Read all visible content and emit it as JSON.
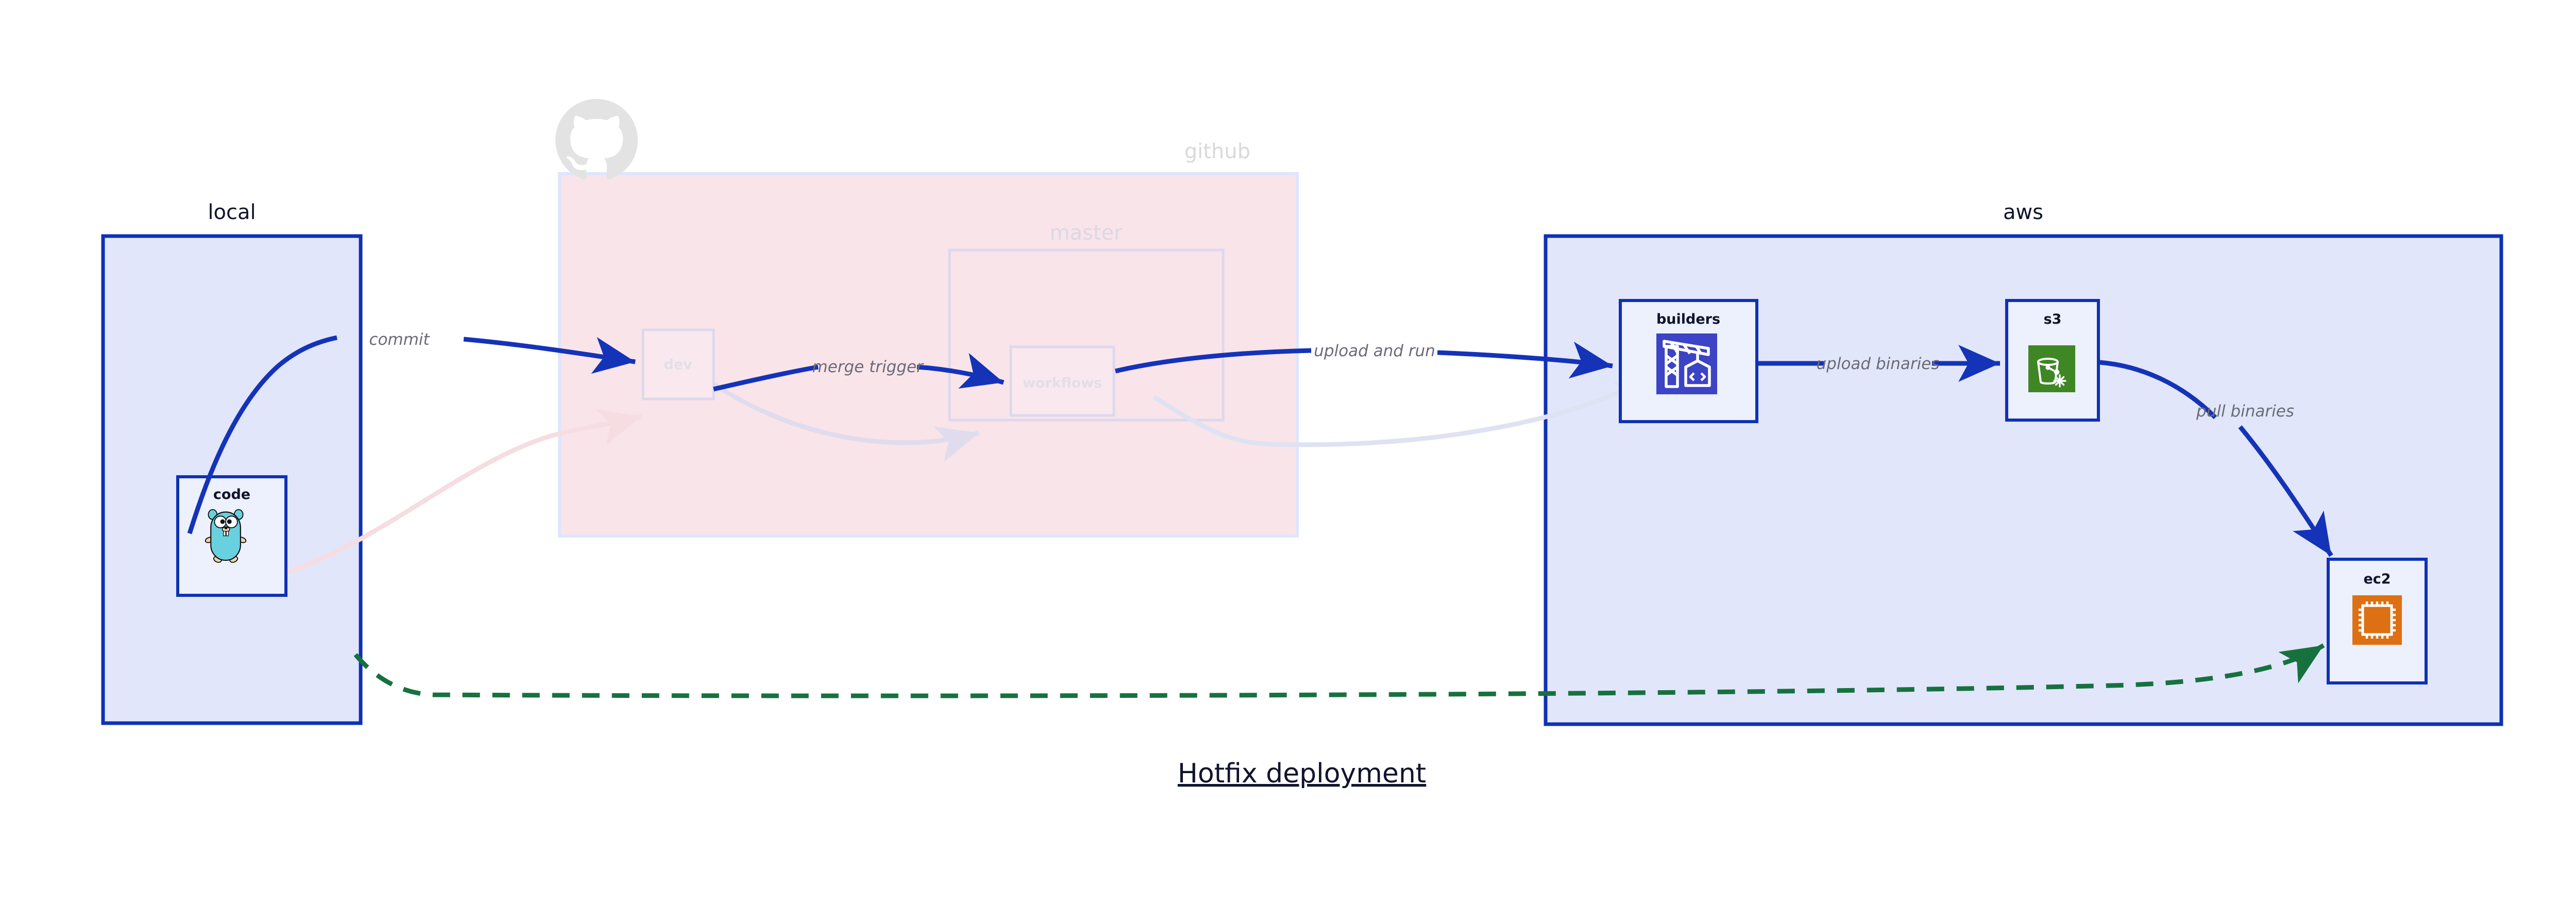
{
  "diagram": {
    "title": "Hotfix deployment",
    "colors": {
      "group_border_blue": "#0f31b5",
      "group_fill_blue": "#e1e6fb",
      "group_fill_pink": "#f9e4ea",
      "group_border_pink_faded": "#dfe6fa",
      "arrow_blue": "#1433b8",
      "arrow_green": "#17713f",
      "arrow_faded": "#dfe0f2",
      "label_gray": "#6b6b78",
      "text_dark": "#10142c",
      "faded_gray": "#d9d9d9",
      "codebuild_blue": "#3c43c4",
      "s3_green": "#3f8624",
      "ec2_orange": "#dd7012",
      "gopher_cyan": "#69d0e0"
    },
    "groups": [
      {
        "id": "local",
        "label": "local",
        "faded": false
      },
      {
        "id": "github",
        "label": "github",
        "faded": true
      },
      {
        "id": "aws",
        "label": "aws",
        "faded": false
      }
    ],
    "subgroups": [
      {
        "id": "master",
        "label": "master",
        "parent": "github",
        "faded": true
      }
    ],
    "nodes": [
      {
        "id": "code",
        "label": "code",
        "group": "local",
        "icon": "go-gopher-icon",
        "faded": false
      },
      {
        "id": "dev",
        "label": "dev",
        "group": "github",
        "icon": "none",
        "faded": true
      },
      {
        "id": "workflows",
        "label": "workflows",
        "group": "master",
        "icon": "none",
        "faded": true
      },
      {
        "id": "builders",
        "label": "builders",
        "group": "aws",
        "icon": "aws-codebuild-icon",
        "faded": false
      },
      {
        "id": "s3",
        "label": "s3",
        "group": "aws",
        "icon": "aws-s3-glacier-icon",
        "faded": false
      },
      {
        "id": "ec2",
        "label": "ec2",
        "group": "aws",
        "icon": "aws-ec2-icon",
        "faded": false
      }
    ],
    "edges": [
      {
        "from": "code",
        "to": "dev",
        "label": "commit",
        "style": "solid",
        "color": "#1433b8",
        "faded": false
      },
      {
        "from": "dev",
        "to": "workflows",
        "label": "merge trigger",
        "style": "solid",
        "color": "#1433b8",
        "faded": false
      },
      {
        "from": "workflows",
        "to": "builders",
        "label": "upload and run",
        "style": "solid",
        "color": "#1433b8",
        "faded": false
      },
      {
        "from": "builders",
        "to": "s3",
        "label": "upload binaries",
        "style": "solid",
        "color": "#1433b8",
        "faded": false
      },
      {
        "from": "s3",
        "to": "ec2",
        "label": "pull binaries",
        "style": "solid",
        "color": "#1433b8",
        "faded": false
      },
      {
        "from": "code",
        "to": "ec2",
        "label": "",
        "style": "dashed",
        "color": "#17713f",
        "faded": false
      },
      {
        "from": "code",
        "to": "dev",
        "label": "",
        "style": "solid",
        "color": "#f6dde2",
        "faded": true
      },
      {
        "from": "dev",
        "to": "workflows",
        "label": "",
        "style": "solid",
        "color": "#e2dfee",
        "faded": true
      },
      {
        "from": "workflows",
        "to": "builders",
        "label": "",
        "style": "solid",
        "color": "#e2e4f4",
        "faded": true
      }
    ],
    "logos": [
      {
        "id": "github-octocat-logo",
        "for": "github",
        "faded": true
      }
    ]
  }
}
